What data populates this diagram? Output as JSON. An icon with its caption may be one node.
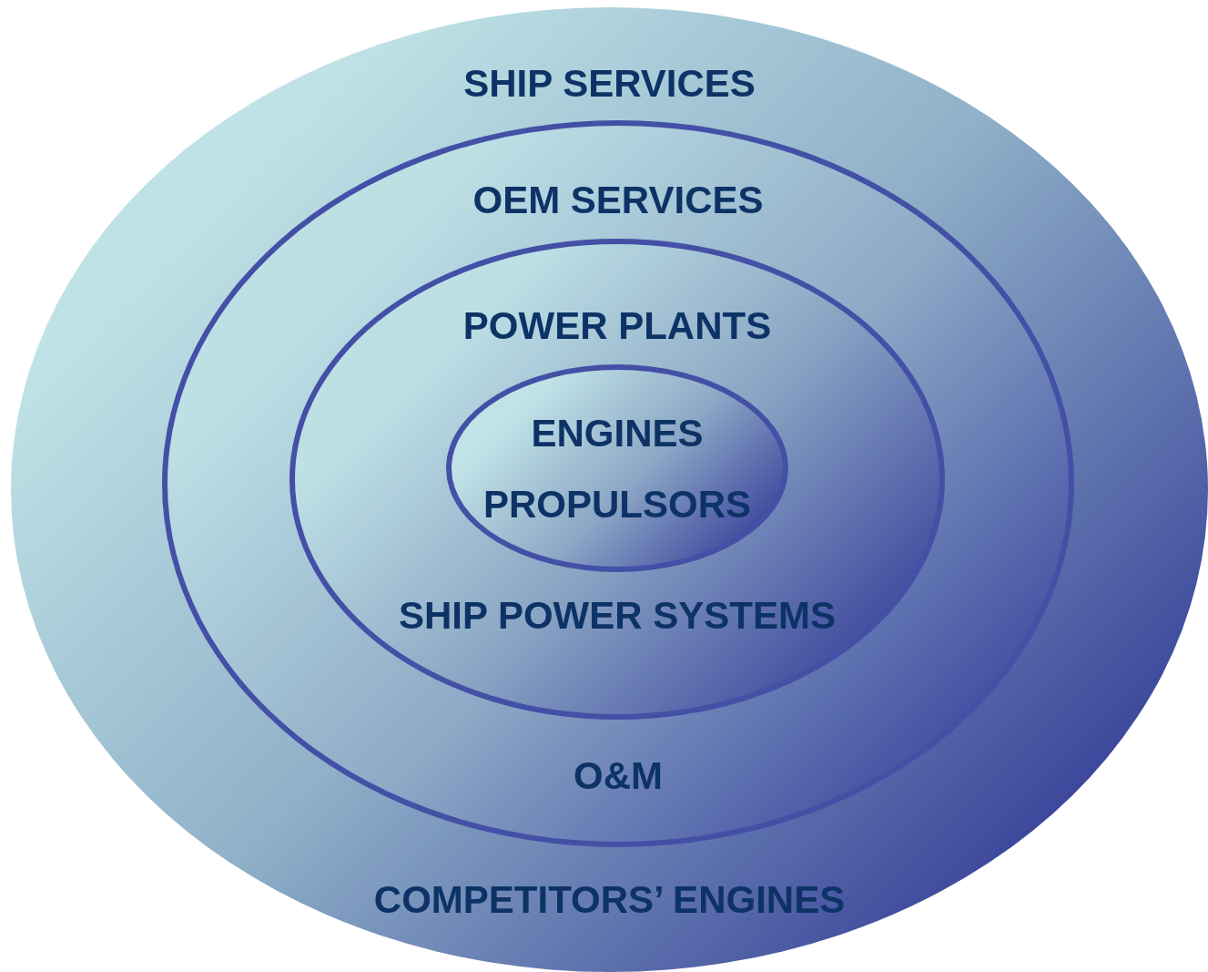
{
  "diagram": {
    "nodes": [
      {
        "text": [
          "SHIP SERVICES",
          "COMPETITORS’ ENGINES"
        ]
      },
      {
        "text": [
          "OEM SERVICES",
          "O&M"
        ],
        "in": 0
      },
      {
        "text": [
          "POWER PLANTS",
          "SHIP POWER SYSTEMS"
        ],
        "in": 1
      },
      {
        "text": [
          "ENGINES",
          "PROPULSORS"
        ],
        "in": 2
      }
    ]
  }
}
